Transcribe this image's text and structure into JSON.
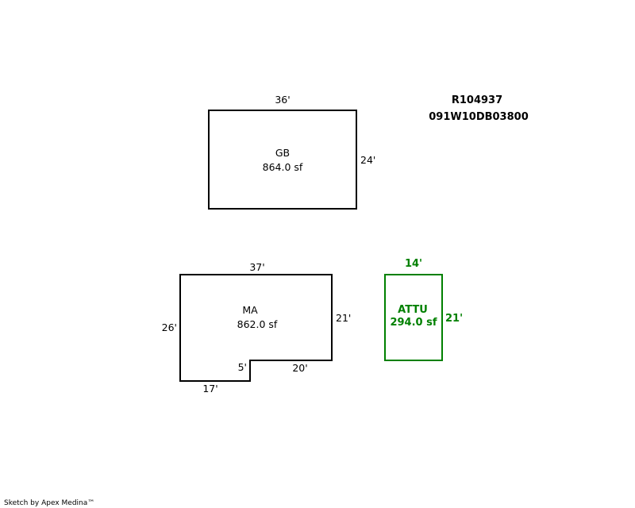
{
  "parcel": {
    "account_id": "R104937",
    "map_tax_lot": "091W10DB03800"
  },
  "areas": {
    "gb": {
      "code": "GB",
      "area": "864.0 sf",
      "dim_top": "36'",
      "dim_right": "24'"
    },
    "ma": {
      "code": "MA",
      "area": "862.0 sf",
      "dim_top": "37'",
      "dim_right": "21'",
      "dim_left": "26'",
      "dim_notch_width": "20'",
      "dim_notch_height": "5'",
      "dim_bottom": "17'"
    },
    "attu": {
      "code": "ATTU",
      "area": "294.0 sf",
      "dim_top": "14'",
      "dim_right": "21'"
    }
  },
  "colors": {
    "outline": "#000000",
    "attu": "#008000"
  },
  "footer": {
    "credit": "Sketch by Apex Medina™"
  }
}
